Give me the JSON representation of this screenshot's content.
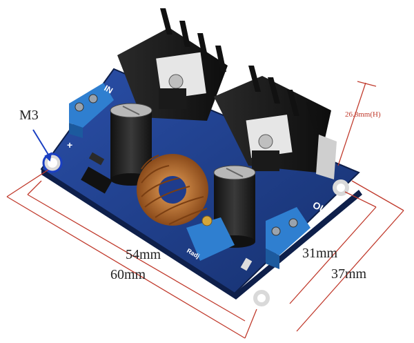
{
  "labels": {
    "m3": "M3",
    "height": "26.8mm(H)",
    "dim_54": "54mm",
    "dim_60": "60mm",
    "dim_31": "31mm",
    "dim_37": "37mm"
  },
  "pcb_text": {
    "in": "IN",
    "out": "OUT",
    "plus": "+",
    "adj": "Radj"
  },
  "colors": {
    "pcb": "#1f3c8c",
    "dimension_line": "#c0392b",
    "heatsink": "#1e1e1e",
    "terminal": "#2f7fd0",
    "coil": "#c07a3a"
  }
}
